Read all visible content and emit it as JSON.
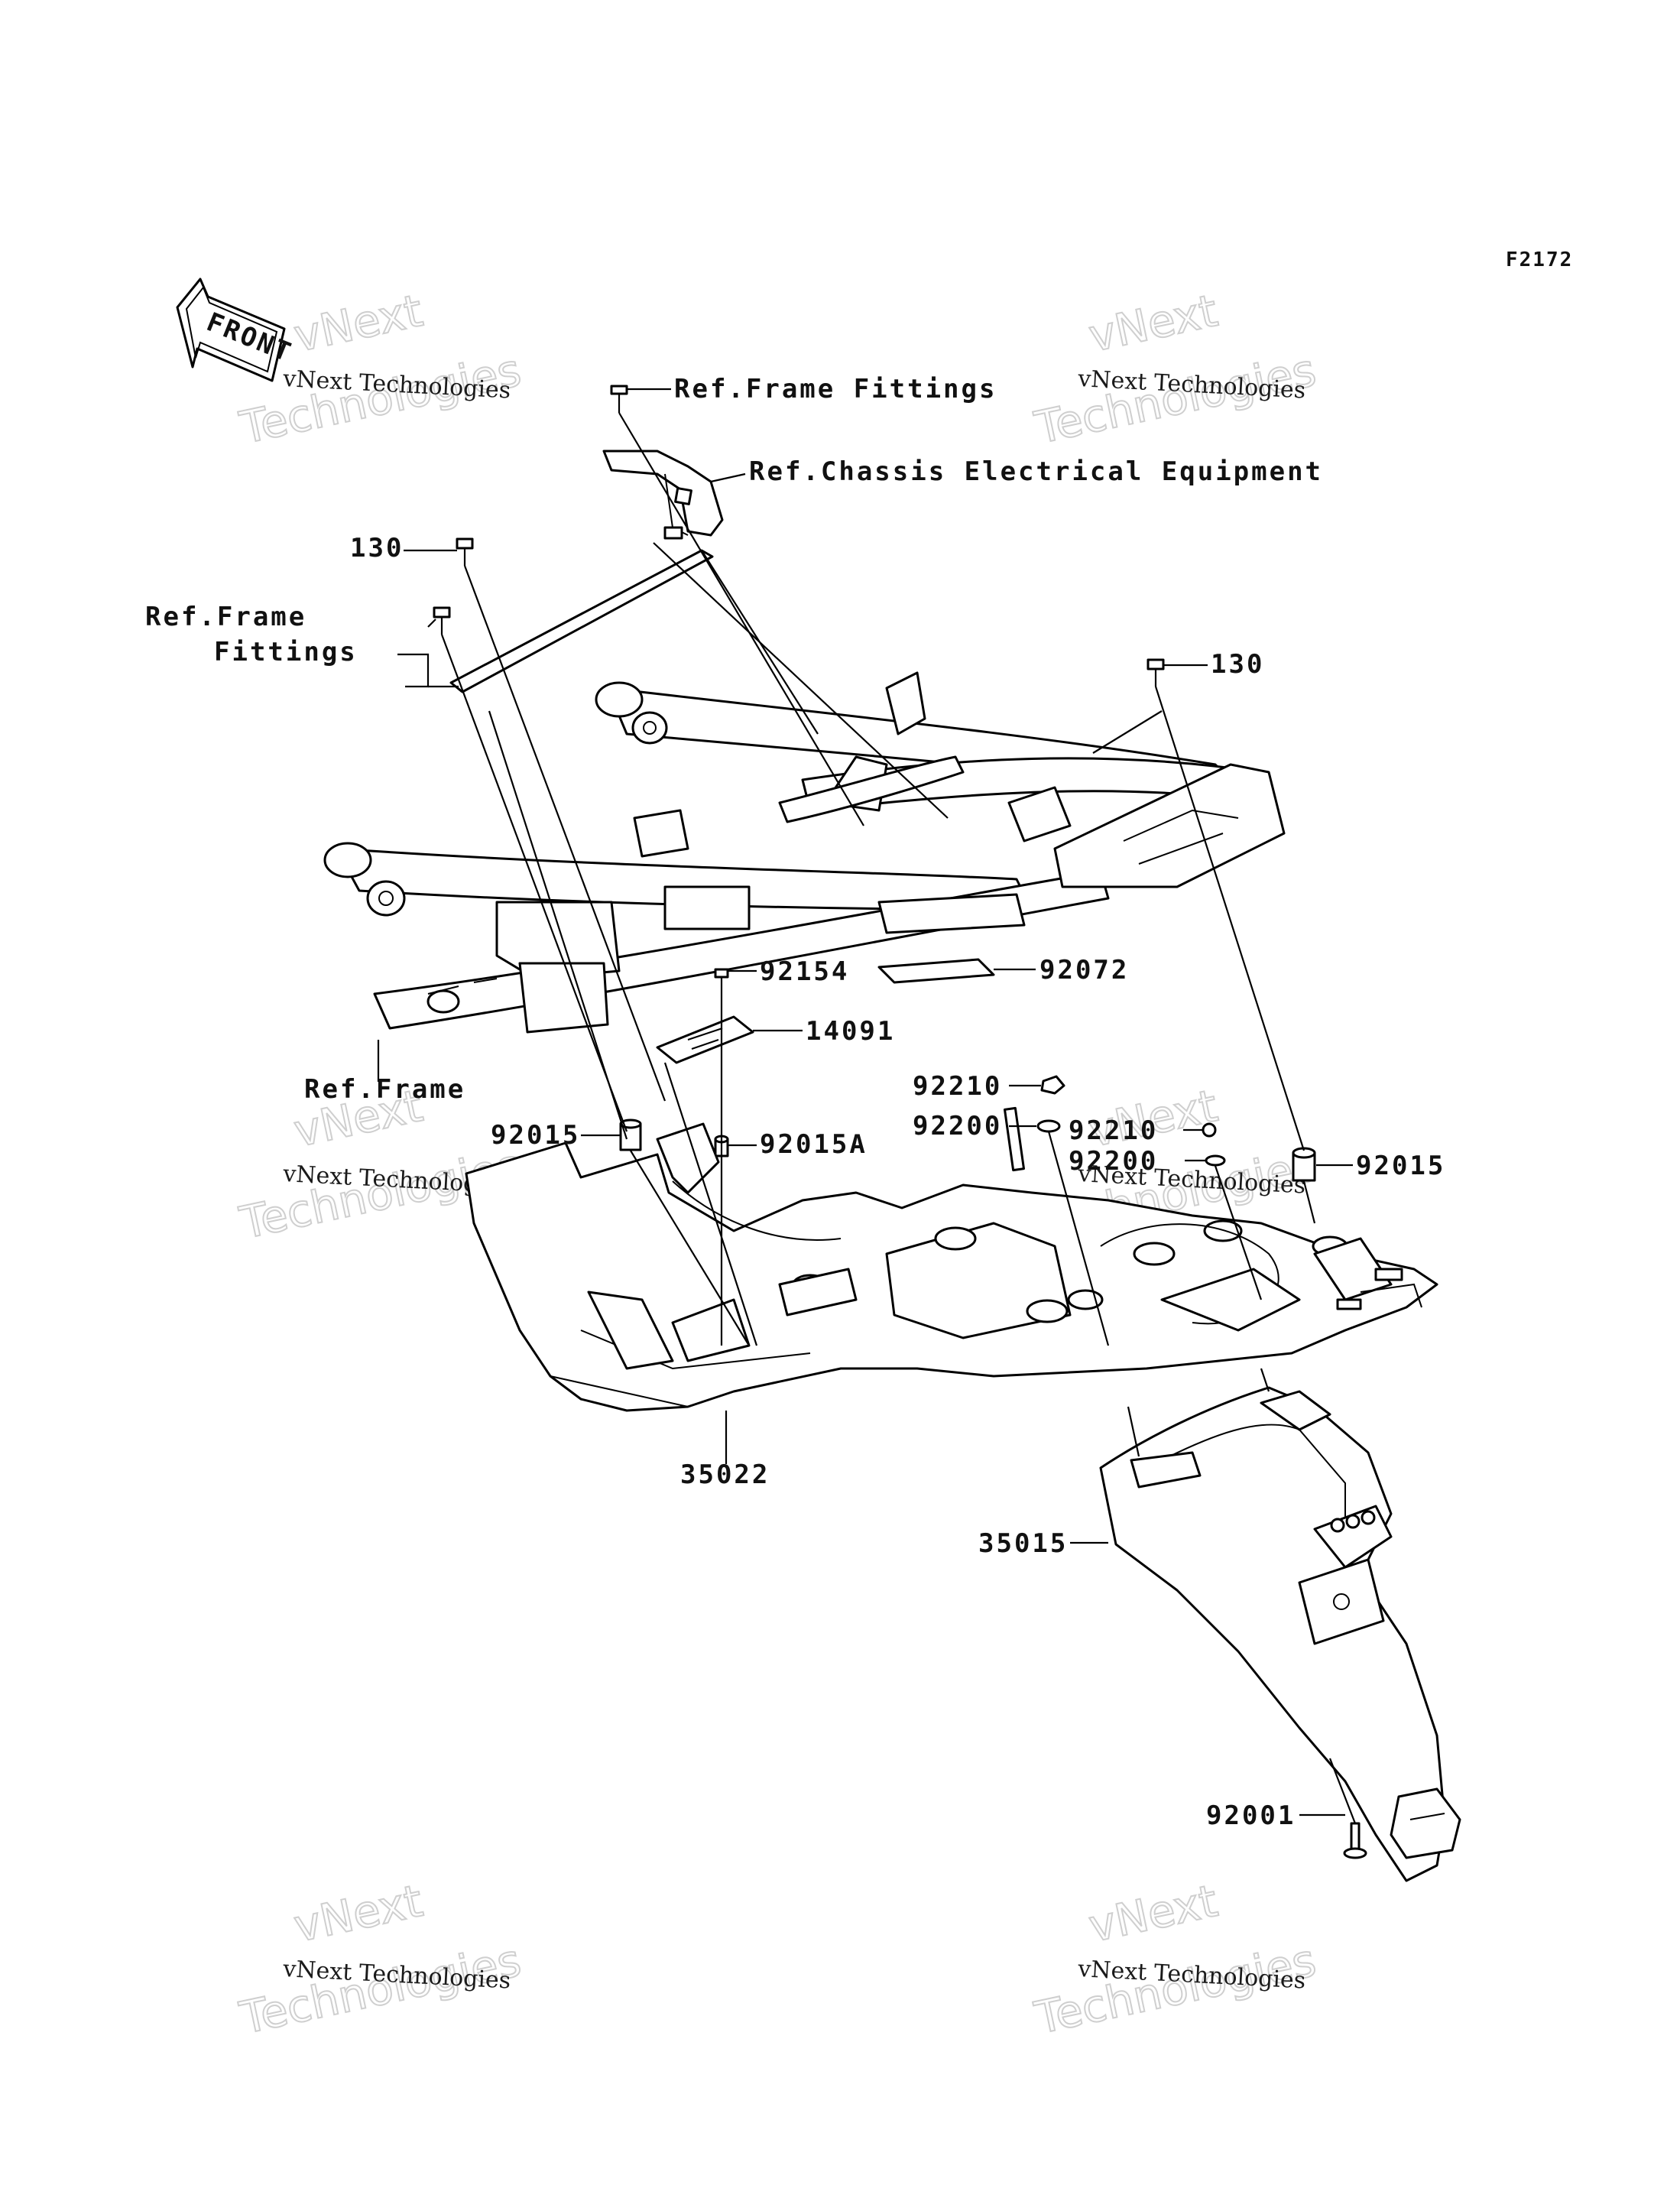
{
  "figure_code": "F2172",
  "front_badge": "FRONT",
  "watermark": {
    "line1": "vNext Technologies",
    "line2": "vNext",
    "line3": "Technologies"
  },
  "callouts": {
    "ref_frame_fittings_top": "Ref.Frame Fittings",
    "ref_chassis_electrical": "Ref.Chassis Electrical Equipment",
    "bolt_130_left": "130",
    "ref_frame_fittings_left_1": "Ref.Frame",
    "ref_frame_fittings_left_2": "Fittings",
    "bolt_130_right": "130",
    "part_92154": "92154",
    "part_92072": "92072",
    "part_14091": "14091",
    "part_92210_a": "92210",
    "part_92015_left": "92015",
    "part_92015a": "92015A",
    "part_92200_a": "92200",
    "part_92210_b": "92210",
    "part_92200_b": "92200",
    "part_92015_right": "92015",
    "ref_frame": "Ref.Frame",
    "part_35022": "35022",
    "part_35015": "35015",
    "part_92001": "92001"
  }
}
